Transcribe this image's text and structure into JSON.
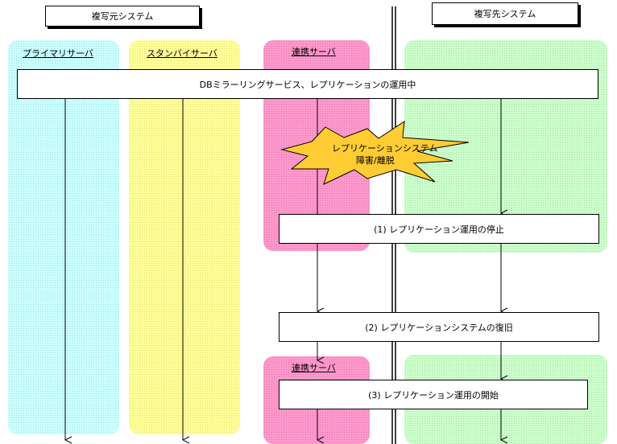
{
  "source_system": {
    "title": "複写元システム"
  },
  "target_system": {
    "title": "複写先システム"
  },
  "lanes": {
    "primary": "プライマリサーバ",
    "standby": "スタンバイサーバ",
    "link_top": "連携サーバ",
    "link_bottom": "連携サーバ"
  },
  "banner": "DBミラーリングサービス、レプリケーションの運用中",
  "failure": {
    "line1": "レプリケーションシステム",
    "line2": "障害/離脱"
  },
  "steps": [
    "(1) レプリケーション運用の停止",
    "(2) レプリケーションシステムの復旧",
    "(3) レプリケーション運用の開始"
  ],
  "colors": {
    "primary_lane": "#ccffff",
    "standby_lane": "#ffff99",
    "link_lane": "#ff99cc",
    "target_lane": "#ccffcc",
    "failure_burst": "#ffcc33"
  }
}
